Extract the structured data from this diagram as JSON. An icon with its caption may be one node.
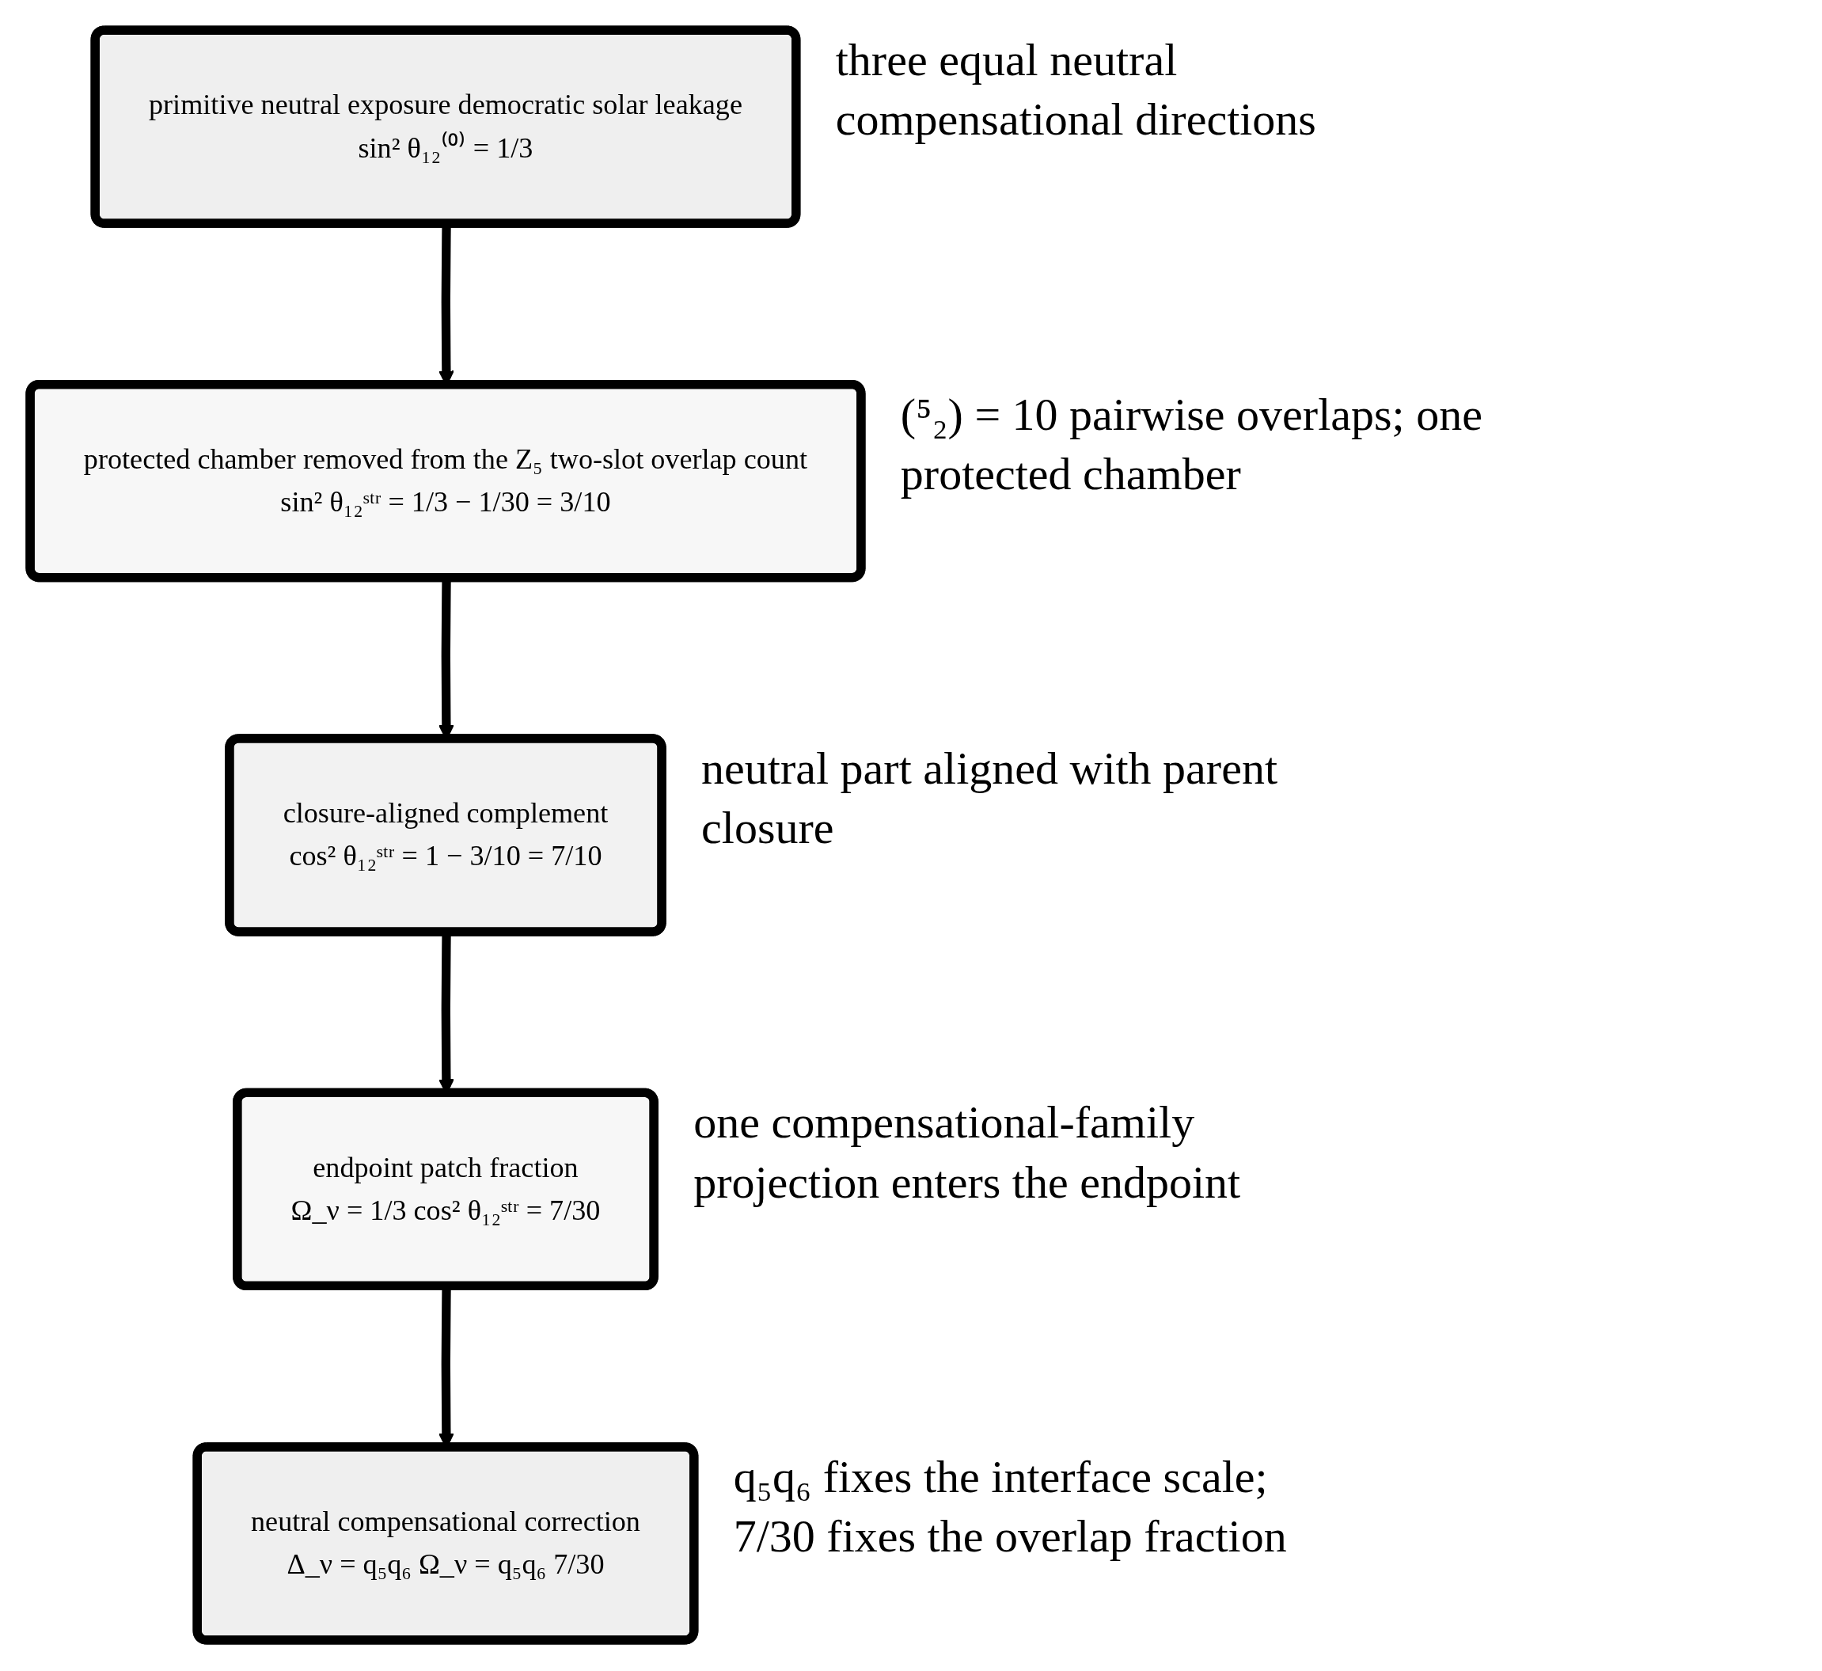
{
  "diagram": {
    "nodes": [
      {
        "text": [
          "primitive neutral exposure democratic solar leakage",
          "sin² θ₁₂⁽⁰⁾ = 1/3"
        ],
        "beside": [
          "three equal neutral compensational directions"
        ]
      },
      {
        "text": [
          "protected chamber removed from the Z₅ two-slot overlap count",
          "sin² θ₁₂ˢᵗʳ = 1/3 − 1/30 = 3/10"
        ],
        "beside": [
          "(⁵₂) = 10 pairwise overlaps; one protected chamber"
        ]
      },
      {
        "text": [
          "closure-aligned complement",
          "cos² θ₁₂ˢᵗʳ = 1 − 3/10 = 7/10"
        ],
        "beside": [
          "neutral part aligned with parent closure"
        ]
      },
      {
        "text": [
          "endpoint patch fraction",
          "Ω_ν = 1/3 cos² θ₁₂ˢᵗʳ = 7/30"
        ],
        "beside": [
          "one compensational-family projection enters the endpoint"
        ]
      },
      {
        "text": [
          "neutral compensational correction",
          "Δ_ν = q₅q₆ Ω_ν = q₅q₆ 7/30"
        ],
        "beside": [
          "q₅q₆ fixes the interface scale; 7/30 fixes the overlap fraction"
        ]
      }
    ],
    "edges": [
      {
        "from": 0,
        "to": 1,
        "arrow": "to"
      },
      {
        "from": 1,
        "to": 2,
        "arrow": "to"
      },
      {
        "from": 2,
        "to": 3,
        "arrow": "to"
      },
      {
        "from": 3,
        "to": 4,
        "arrow": "to"
      }
    ]
  }
}
